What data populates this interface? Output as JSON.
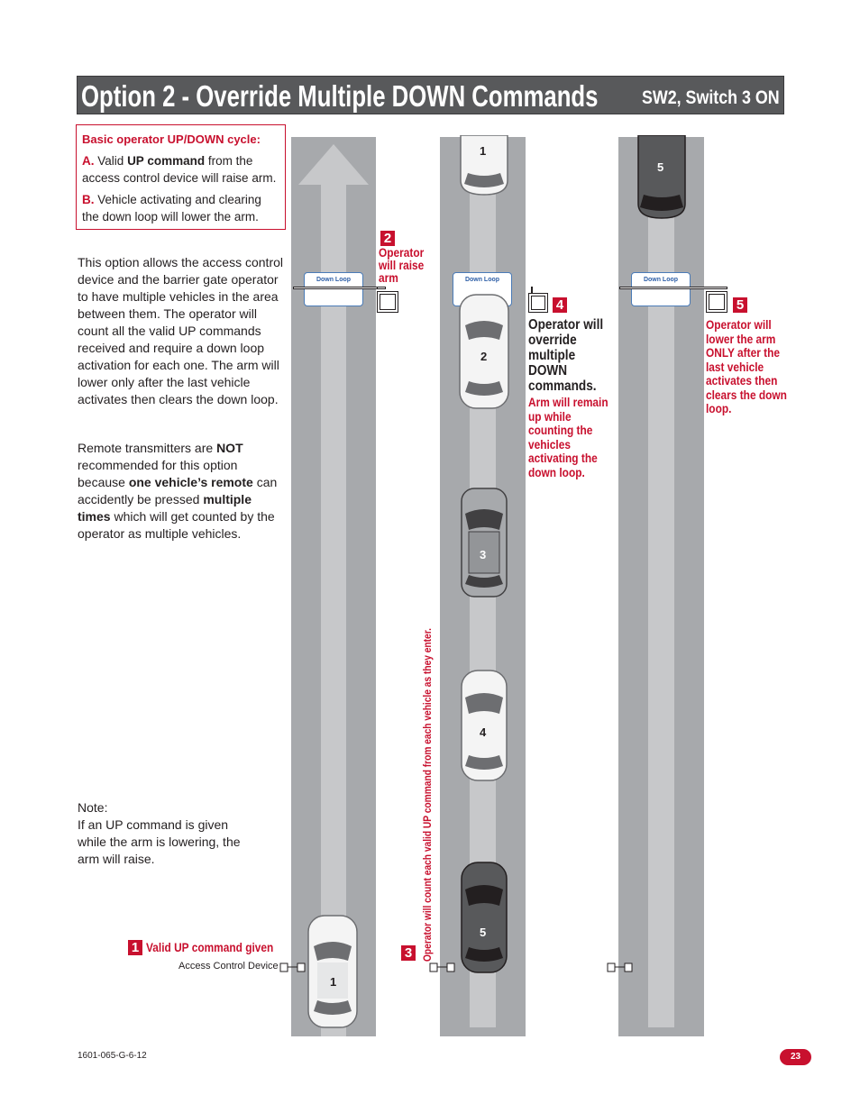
{
  "header": {
    "title": "Option 2 - Override Multiple DOWN Commands",
    "subtitle": "SW2, Switch 3 ON"
  },
  "cycle_box": {
    "heading": "Basic operator UP/DOWN cycle:",
    "a_letter": "A.",
    "a_pre": "Valid",
    "a_bold": "UP command",
    "a_post": "from the access control device will raise arm.",
    "b_letter": "B.",
    "b_text": "Vehicle activating and clearing the down loop will lower the arm."
  },
  "intro": {
    "p1": "This option allows the access control device and the barrier gate operator to have multiple vehicles in the area between them. The operator will count all the valid UP commands received and require a down loop activation for each one. The arm will lower only after the last vehicle activates then clears the down loop.",
    "p2_a": "Remote transmitters are",
    "p2_b": "NOT",
    "p2_c": "recommended for this option because",
    "p2_d": "one vehicle’s remote",
    "p2_e": "can accidently be pressed",
    "p2_f": "multiple times",
    "p2_g": "which will get counted by the operator as multiple vehicles."
  },
  "note": {
    "label": "Note:",
    "text": "If an UP command is given while the arm is lowering, the arm will raise."
  },
  "steps": {
    "s1_num": "1",
    "s1_label": "Valid UP command given",
    "s1_device": "Access Control Device",
    "s2_num": "2",
    "s2_label": "Operator will raise arm",
    "s3_num": "3",
    "s3_label": "Operator will count each valid UP command from each vehicle as they enter.",
    "s4_num": "4",
    "s4_black": "Operator will override multiple DOWN commands.",
    "s4_red": "Arm will remain up while counting the vehicles activating the down loop.",
    "s5_num": "5",
    "s5_red": "Operator will lower the arm ONLY after the last vehicle activates then clears the down loop."
  },
  "loops": {
    "label": "Down Loop"
  },
  "cars": {
    "c_road1": "1",
    "c_road2_top": "1",
    "c_road2_a": "2",
    "c_road2_b": "3",
    "c_road2_c": "4",
    "c_road2_d": "5",
    "c_road3": "5"
  },
  "footer": {
    "doc_number": "1601-065-G-6-12",
    "page": "23"
  },
  "colors": {
    "accent": "#c8102e",
    "road": "#a7a9ac",
    "title_bar": "#58595b"
  }
}
